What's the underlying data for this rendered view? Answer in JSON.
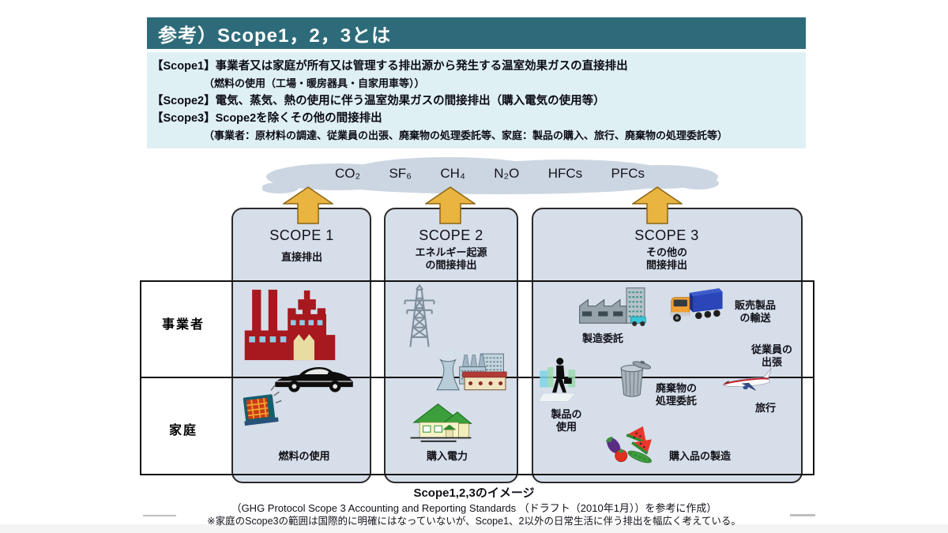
{
  "title": "参考）Scope1，2，3とは",
  "definitions": {
    "scope1": {
      "label": "【Scope1】",
      "text": "事業者又は家庭が所有又は管理する排出源から発生する温室効果ガスの直接排出",
      "sub": "（燃料の使用（工場・暖房器具・自家用車等））"
    },
    "scope2": {
      "label": "【Scope2】",
      "text": "電気、蒸気、熱の使用に伴う温室効果ガスの間接排出（購入電気の使用等）"
    },
    "scope3": {
      "label": "【Scope3】",
      "text": "Scope2を除くその他の間接排出",
      "sub": "（事業者：原材料の調達、従業員の出張、廃棄物の処理委託等、家庭：製品の購入、旅行、廃棄物の処理委託等）"
    }
  },
  "gases": [
    "CO₂",
    "SF₆",
    "CH₄",
    "N₂O",
    "HFCs",
    "PFCs"
  ],
  "rows": {
    "business": "事業者",
    "household": "家庭"
  },
  "scope1": {
    "name": "SCOPE 1",
    "subtitle": "直接排出",
    "fuel_use": "燃料の使用"
  },
  "scope2": {
    "name": "SCOPE 2",
    "subtitle": "エネルギー起源\nの間接排出",
    "purchased_power": "購入電力"
  },
  "scope3": {
    "name": "SCOPE 3",
    "subtitle": "その他の\n間接排出",
    "manufacturing": "製造委託",
    "transport": "販売製品\nの輸送",
    "business_trip": "従業員の\n出張",
    "product_use": "製品の\n使用",
    "waste": "廃棄物の\n処理委託",
    "travel": "旅行",
    "purchased_goods": "購入品の製造"
  },
  "caption": {
    "title": "Scope1,2,3のイメージ",
    "source": "（GHG Protocol Scope 3 Accounting and Reporting Standards （ドラフト（2010年1月））を参考に作成）",
    "note": "※家庭のScope3の範囲は国際的に明確にはなっていないが、Scope1、2以外の日常生活に伴う排出を幅広く考えている。"
  },
  "colors": {
    "header_bg": "#2e6b7a",
    "definitions_bg": "#dff0f4",
    "box_fill": "#d6dee9",
    "arrow_fill": "#e9b440",
    "cloud_fill": "#ccd6e2"
  }
}
